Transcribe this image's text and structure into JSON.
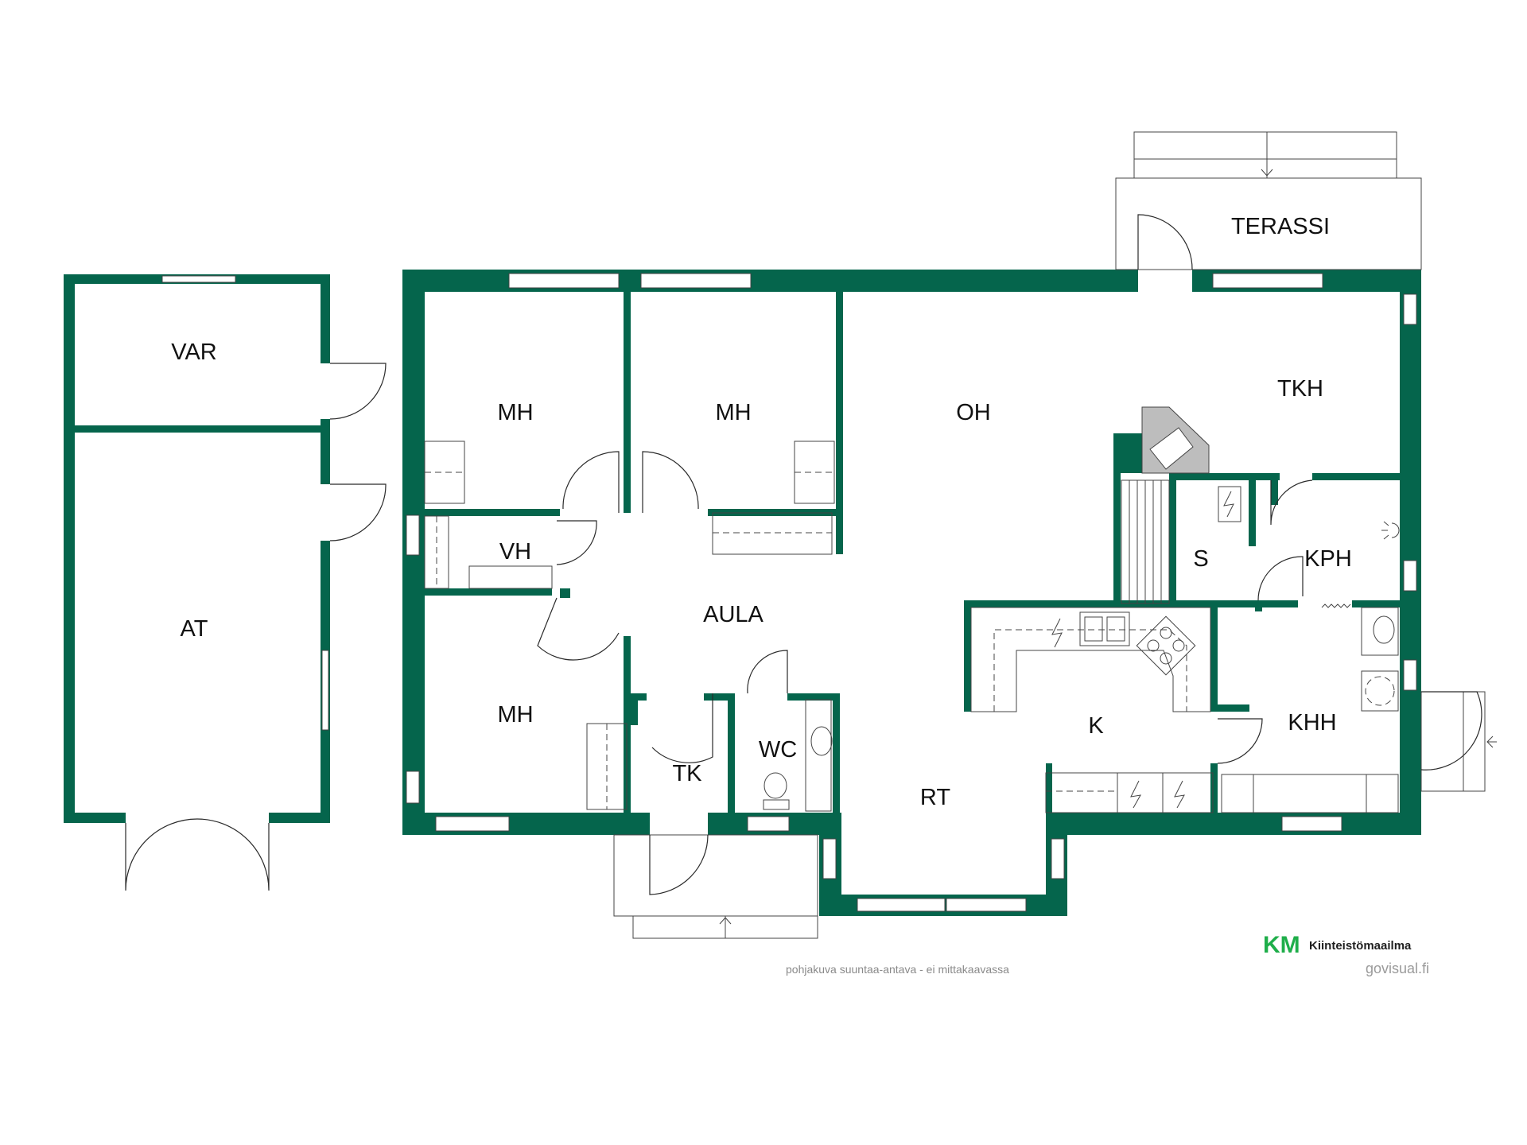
{
  "colors": {
    "wall": "#05654c",
    "logo_green": "#1fae4a",
    "logo_dark": "#05654c"
  },
  "rooms": {
    "var": "VAR",
    "at": "AT",
    "mh_top_left": "MH",
    "mh_top_middle": "MH",
    "mh_bottom": "MH",
    "vh": "VH",
    "aula": "AULA",
    "tk": "TK",
    "wc": "WC",
    "oh": "OH",
    "rt": "RT",
    "k": "K",
    "terassi": "TERASSI",
    "tkh": "TKH",
    "s": "S",
    "kph": "KPH",
    "khh": "KHH"
  },
  "footer": {
    "note": "pohjakuva suuntaa-antava - ei mittakaavassa",
    "brand_mark": "KM",
    "brand_name": "Kiinteistömaailma",
    "site": "govisual.fi"
  },
  "icons": {
    "entrance_arrows": "arrow-icon",
    "electric": "electric-icon",
    "stove": "stove-icon",
    "sink": "sink-icon",
    "toilet": "toilet-icon",
    "fireplace": "fireplace-icon",
    "shower": "shower-icon",
    "washing_machine": "washing-machine-icon"
  }
}
